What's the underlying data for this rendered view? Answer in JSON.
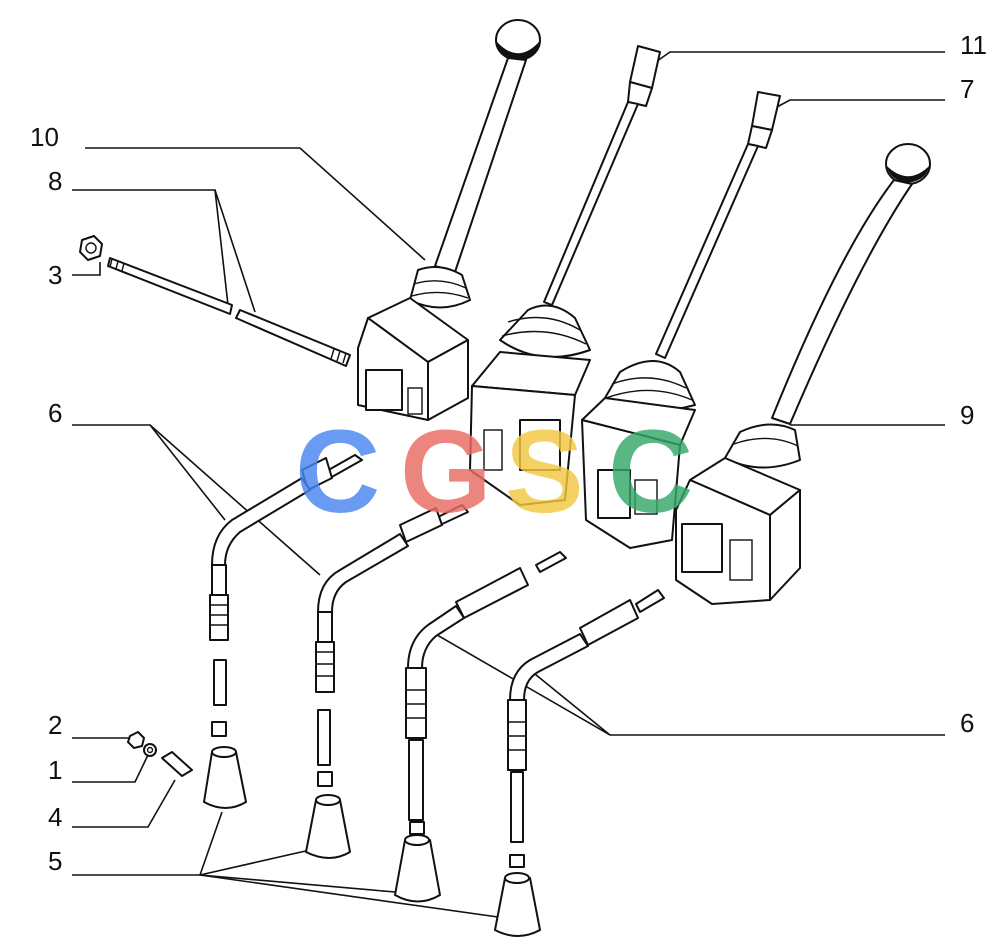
{
  "callouts": {
    "c10": "10",
    "c8": "8",
    "c3": "3",
    "c6_left": "6",
    "c2": "2",
    "c1": "1",
    "c4": "4",
    "c5": "5",
    "c11": "11",
    "c7": "7",
    "c9": "9",
    "c6_right": "6"
  },
  "watermark": {
    "letters": [
      "C",
      "G",
      "S",
      "C"
    ],
    "colors": [
      "#4a86f0",
      "#ea6b63",
      "#f4c842",
      "#35a86a"
    ]
  }
}
